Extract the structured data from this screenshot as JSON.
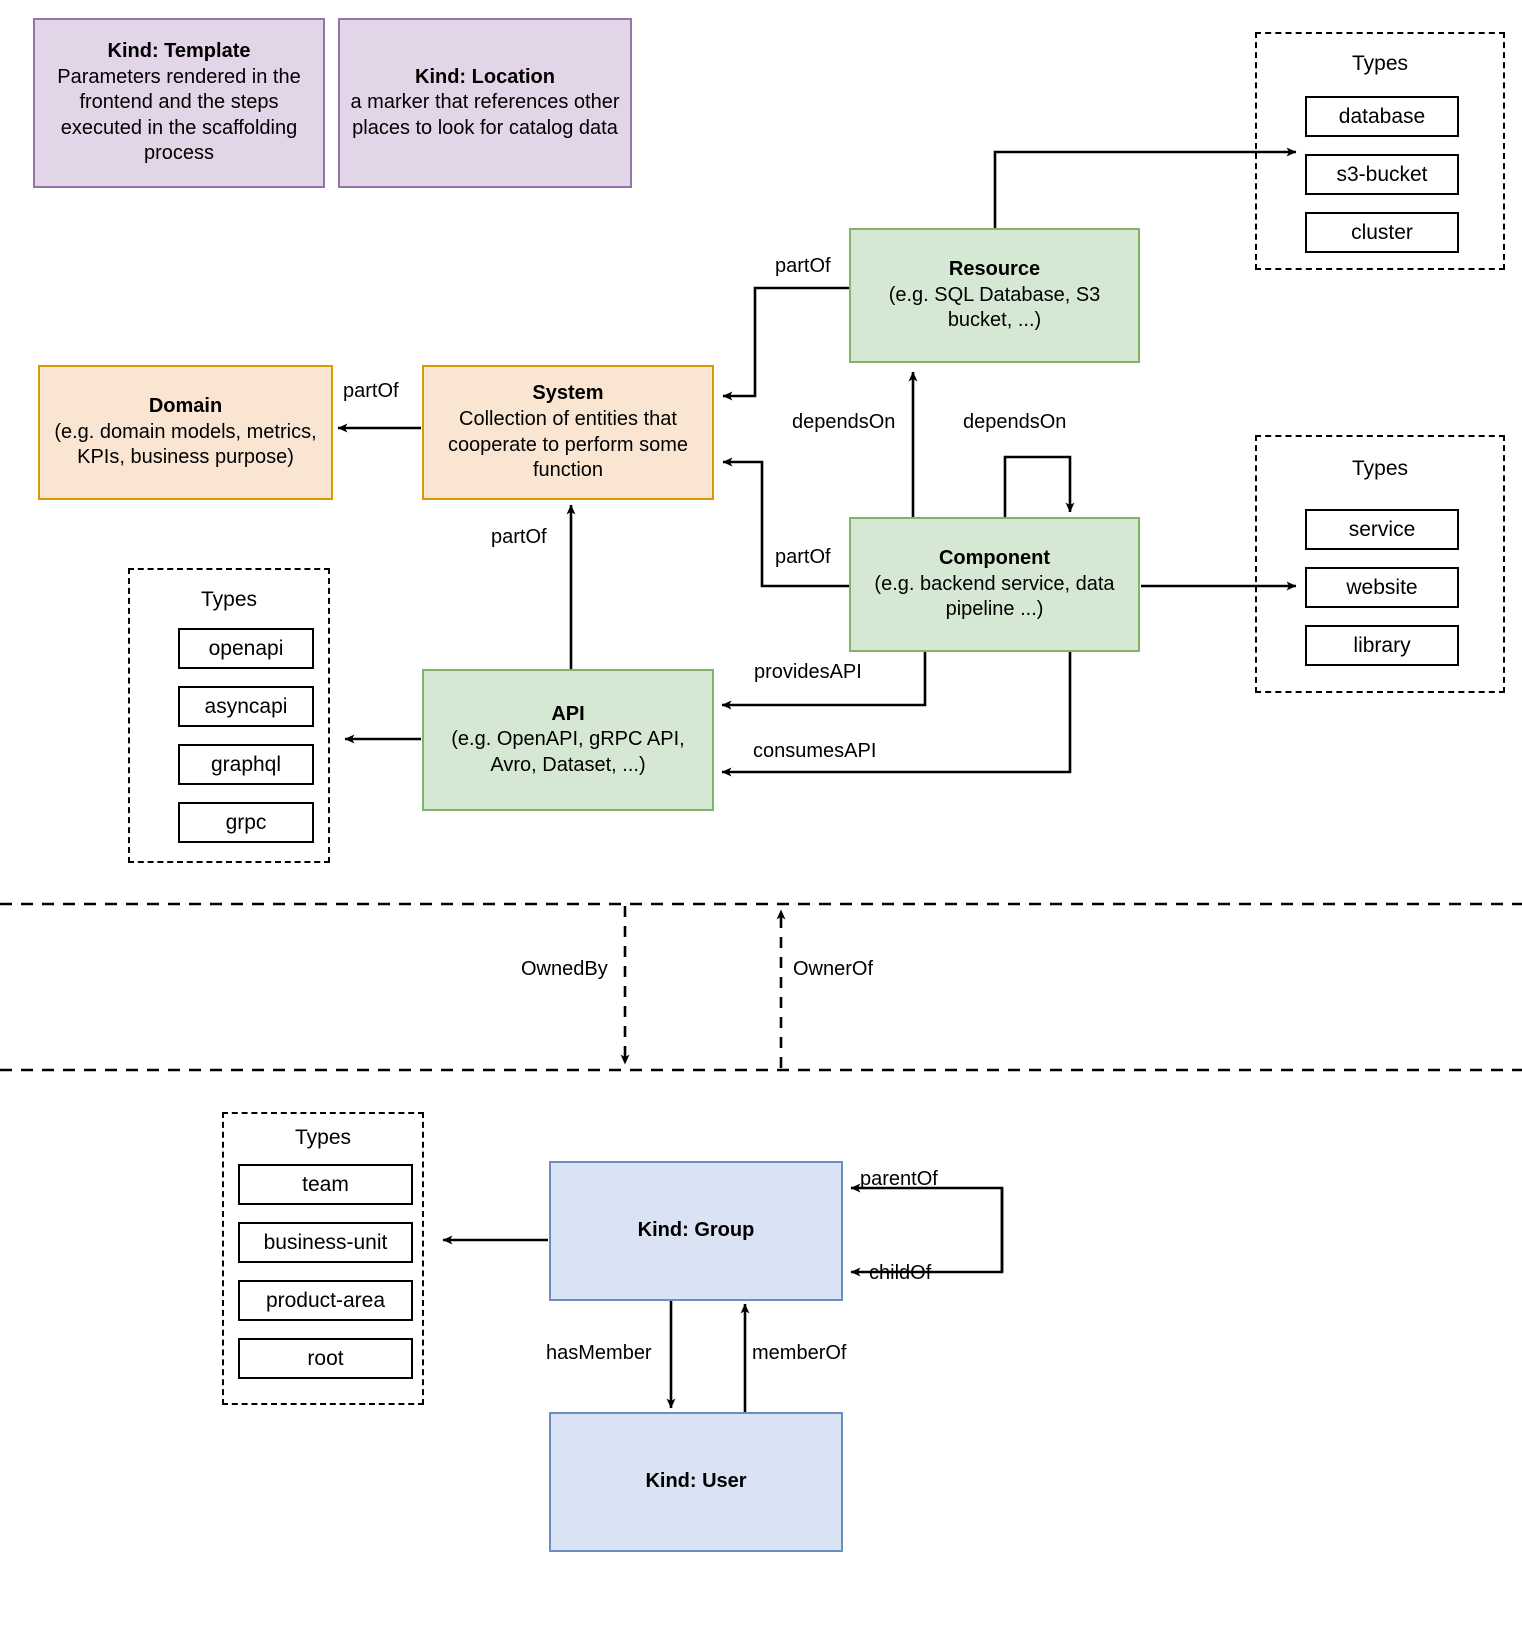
{
  "diagram": {
    "title": "Backstage Software Catalog entity kinds and relations",
    "colors": {
      "purple_fill": "#e1d5e7",
      "purple_border": "#9673a6",
      "orange_fill": "#fae5d2",
      "orange_border": "#d79b00",
      "green_fill": "#d5e8d4",
      "green_border": "#82b366",
      "blue_fill": "#dae3f3",
      "blue_border": "#6c8ebf",
      "line": "#000000"
    }
  },
  "nodes": {
    "template": {
      "title": "Kind: Template",
      "sub": "Parameters rendered in the frontend and the steps executed in  the scaffolding process"
    },
    "location": {
      "title": "Kind: Location",
      "sub": "a marker that references other places to look for catalog data"
    },
    "domain": {
      "title": "Domain",
      "sub": "(e.g.  domain models, metrics, KPIs, business purpose)"
    },
    "system": {
      "title": "System",
      "sub": "Collection of entities that cooperate to perform some function"
    },
    "resource": {
      "title": "Resource",
      "sub": "(e.g. SQL Database, S3 bucket, ...)"
    },
    "component": {
      "title": "Component",
      "sub": "(e.g. backend service, data pipeline ...)"
    },
    "api": {
      "title": "API",
      "sub": "(e.g. OpenAPI, gRPC API, Avro, Dataset, ...)"
    },
    "group": {
      "title": "Kind: Group",
      "sub": ""
    },
    "user": {
      "title": "Kind: User",
      "sub": ""
    }
  },
  "type_groups": {
    "resource_types": {
      "title": "Types",
      "items": [
        "database",
        "s3-bucket",
        "cluster"
      ]
    },
    "component_types": {
      "title": "Types",
      "items": [
        "service",
        "website",
        "library"
      ]
    },
    "api_types": {
      "title": "Types",
      "items": [
        "openapi",
        "asyncapi",
        "graphql",
        "grpc"
      ]
    },
    "group_types": {
      "title": "Types",
      "items": [
        "team",
        "business-unit",
        "product-area",
        "root"
      ]
    }
  },
  "edge_labels": {
    "resource_partof_system": "partOf",
    "system_partof_domain": "partOf",
    "component_dependson_resource": "dependsOn",
    "component_dependson_component": "dependsOn",
    "component_partof_system": "partOf",
    "api_partof_system": "partOf",
    "component_providesapi": "providesAPI",
    "component_consumesapi": "consumesAPI",
    "ownedby": "OwnedBy",
    "ownerof": "OwnerOf",
    "group_parentof": "parentOf",
    "group_childof": "childOf",
    "group_hasmember": "hasMember",
    "user_memberof": "memberOf"
  }
}
